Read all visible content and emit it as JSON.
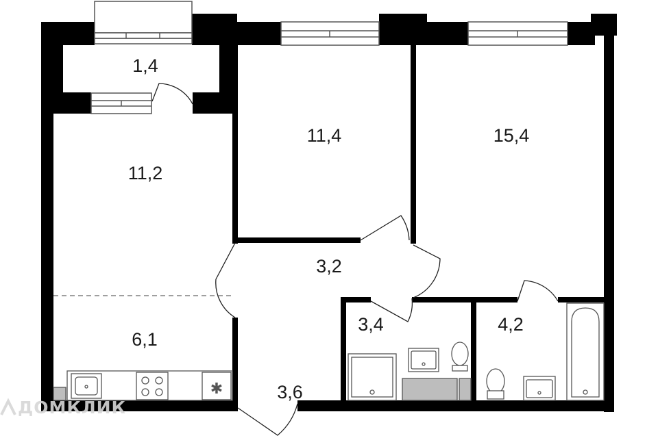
{
  "colors": {
    "wall": "#000000",
    "fixture_stroke": "#555555",
    "utility_block": "#bdbdbd",
    "watermark": "#d6d6d6"
  },
  "watermark": {
    "icon": "domclick-logo-icon",
    "text": "ДОМКЛИК"
  },
  "rooms": [
    {
      "id": "loggia",
      "area": "1,4"
    },
    {
      "id": "bedroom-middle",
      "area": "11,4"
    },
    {
      "id": "bedroom-right",
      "area": "15,4"
    },
    {
      "id": "living-room",
      "area": "11,2"
    },
    {
      "id": "corridor",
      "area": "3,2"
    },
    {
      "id": "kitchen",
      "area": "6,1"
    },
    {
      "id": "bathroom-shower",
      "area": "3,4"
    },
    {
      "id": "bathroom-tub",
      "area": "4,2"
    },
    {
      "id": "entrance-hall",
      "area": "3,6"
    }
  ]
}
